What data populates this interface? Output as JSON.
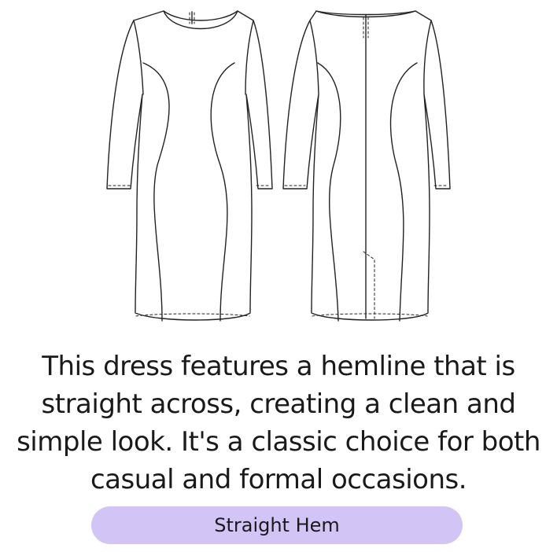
{
  "illustrations": {
    "front_view": "dress-front-view",
    "back_view": "dress-back-view"
  },
  "description": {
    "lines": [
      "This dress features a hemline that is",
      "straight across, creating a clean and",
      "simple look. It's a classic choice for both",
      "casual and formal occasions."
    ]
  },
  "tag": {
    "label": "Straight Hem",
    "color": "#d3c4f6"
  }
}
